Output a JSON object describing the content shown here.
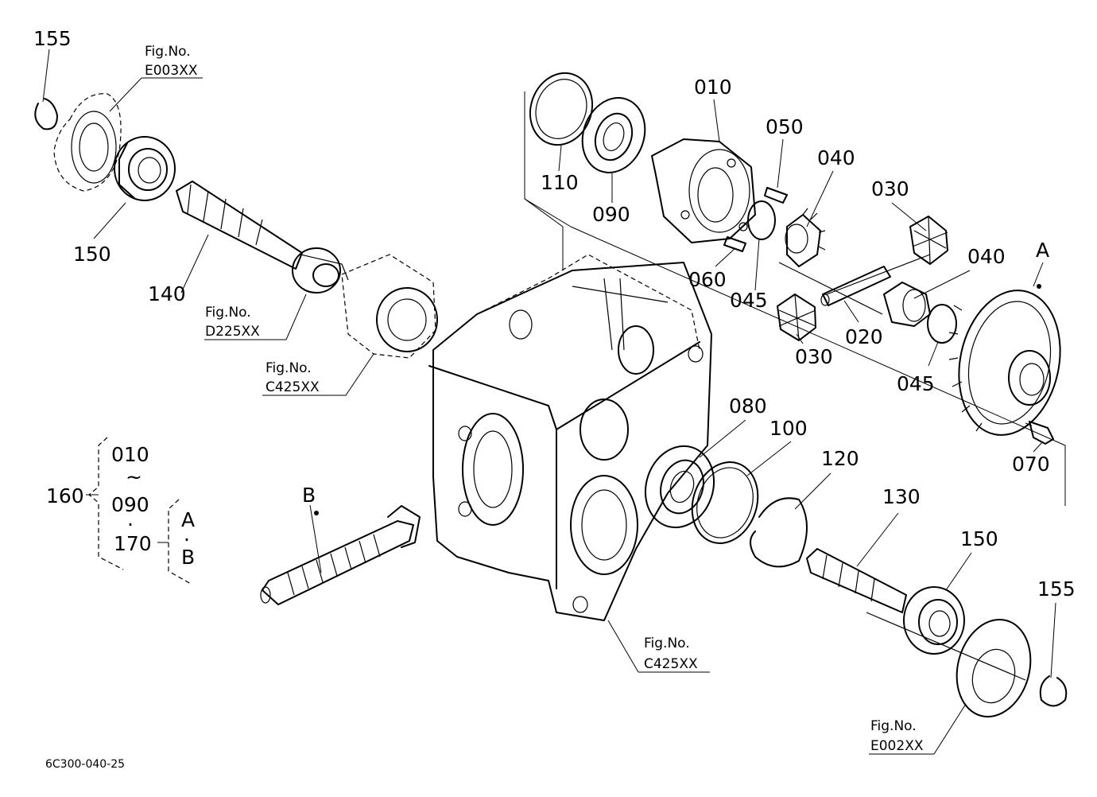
{
  "callouts": {
    "c155a": "155",
    "c150a": "150",
    "c140": "140",
    "c110": "110",
    "c090": "090",
    "c010": "010",
    "c050": "050",
    "c040a": "040",
    "c030a": "030",
    "c060": "060",
    "c045a": "045",
    "c020": "020",
    "c030b": "030",
    "c040b": "040",
    "cA": "A",
    "c045b": "045",
    "c070": "070",
    "c080": "080",
    "c100": "100",
    "c120": "120",
    "c130": "130",
    "c150b": "150",
    "c155b": "155",
    "cB": "B"
  },
  "figrefs": {
    "f1": {
      "label": "Fig.No.",
      "code": "E003XX"
    },
    "f2": {
      "label": "Fig.No.",
      "code": "D225XX"
    },
    "f3": {
      "label": "Fig.No.",
      "code": "C425XX"
    },
    "f4": {
      "label": "Fig.No.",
      "code": "C425XX"
    },
    "f5": {
      "label": "Fig.No.",
      "code": "E002XX"
    }
  },
  "assembly": {
    "number": "160",
    "from": "010",
    "range_mark": "~",
    "to": "090",
    "dot": "·",
    "number2": "170",
    "opt_a": "A",
    "opt_dot": "·",
    "opt_b": "B"
  },
  "drawing_code": "6C300-040-25"
}
